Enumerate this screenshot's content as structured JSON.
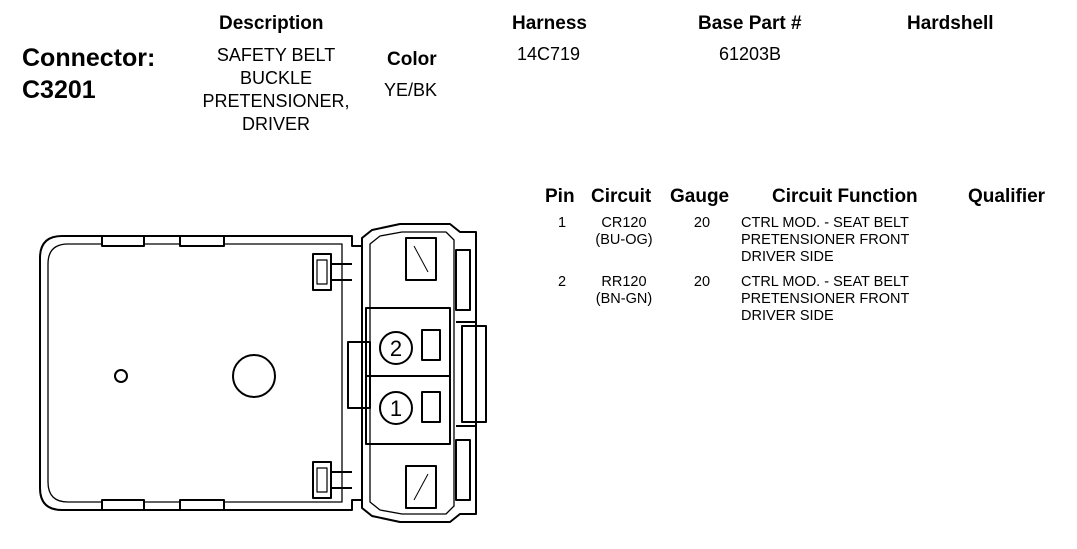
{
  "header": {
    "connector_label": "Connector:",
    "connector_id": "C3201",
    "description_header": "Description",
    "description_lines": [
      "SAFETY BELT",
      "BUCKLE",
      "PRETENSIONER,",
      "DRIVER"
    ],
    "color_header": "Color",
    "color_value": "YE/BK",
    "harness_header": "Harness",
    "harness_value": "14C719",
    "base_part_header": "Base Part #",
    "base_part_value": "61203B",
    "hardshell_header": "Hardshell"
  },
  "pin_table": {
    "columns": [
      "Pin",
      "Circuit",
      "Gauge",
      "Circuit Function",
      "Qualifier"
    ],
    "rows": [
      {
        "pin": "1",
        "circuit": "CR120",
        "circuit_color": "(BU-OG)",
        "gauge": "20",
        "function_lines": [
          "CTRL MOD. - SEAT BELT",
          "PRETENSIONER FRONT",
          "DRIVER SIDE"
        ],
        "qualifier": ""
      },
      {
        "pin": "2",
        "circuit": "RR120",
        "circuit_color": "(BN-GN)",
        "gauge": "20",
        "function_lines": [
          "CTRL MOD. - SEAT BELT",
          "PRETENSIONER FRONT",
          "DRIVER SIDE"
        ],
        "qualifier": ""
      }
    ]
  },
  "diagram": {
    "pin_labels": [
      "2",
      "1"
    ]
  }
}
